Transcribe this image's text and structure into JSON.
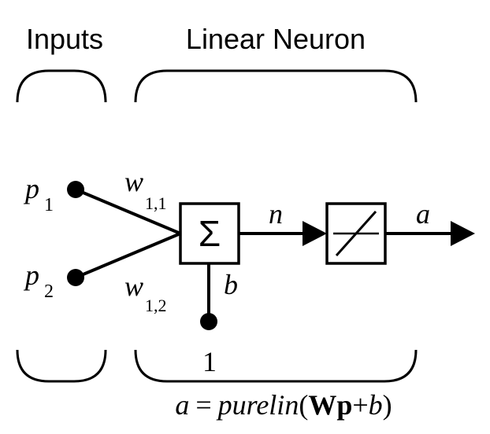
{
  "headings": {
    "inputs": "Inputs",
    "neuron": "Linear Neuron"
  },
  "inputs": [
    {
      "symbol": "p",
      "subscript": "1"
    },
    {
      "symbol": "p",
      "subscript": "2"
    }
  ],
  "weights": [
    {
      "symbol": "w",
      "subscript": "1,1"
    },
    {
      "symbol": "w",
      "subscript": "1,2"
    }
  ],
  "summer": {
    "glyph": "Σ"
  },
  "bias": {
    "symbol": "b",
    "source": "1"
  },
  "net_input": {
    "symbol": "n"
  },
  "output": {
    "symbol": "a"
  },
  "equation": {
    "lhs": "a",
    "eq": "=",
    "func": "purelin",
    "open": "(",
    "W": "W",
    "p": "p",
    "plus": "+",
    "b": "b",
    "close": ")"
  },
  "colors": {
    "stroke": "#000000",
    "background": "#ffffff"
  }
}
